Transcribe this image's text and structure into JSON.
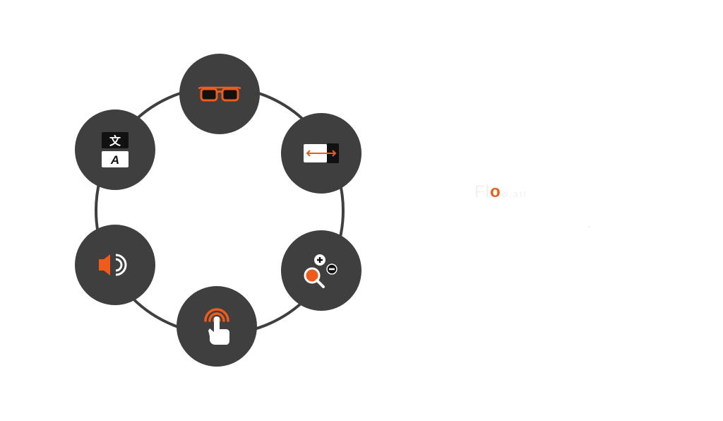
{
  "diagram": {
    "ring_color": "#3f3f3f",
    "node_fill": "#3f3f3f",
    "accent_color": "#f05a1a",
    "nodes": [
      {
        "icon": "eyeglasses-icon"
      },
      {
        "icon": "screen-width-icon"
      },
      {
        "icon": "zoom-in-out-icon"
      },
      {
        "icon": "touch-gesture-icon"
      },
      {
        "icon": "audio-volume-icon"
      },
      {
        "icon": "translate-icon",
        "text_top": "文",
        "text_bottom": "A"
      }
    ]
  },
  "logo": {
    "prefix": "Fl",
    "accent": "o",
    "suffix": "ש.aוו"
  }
}
